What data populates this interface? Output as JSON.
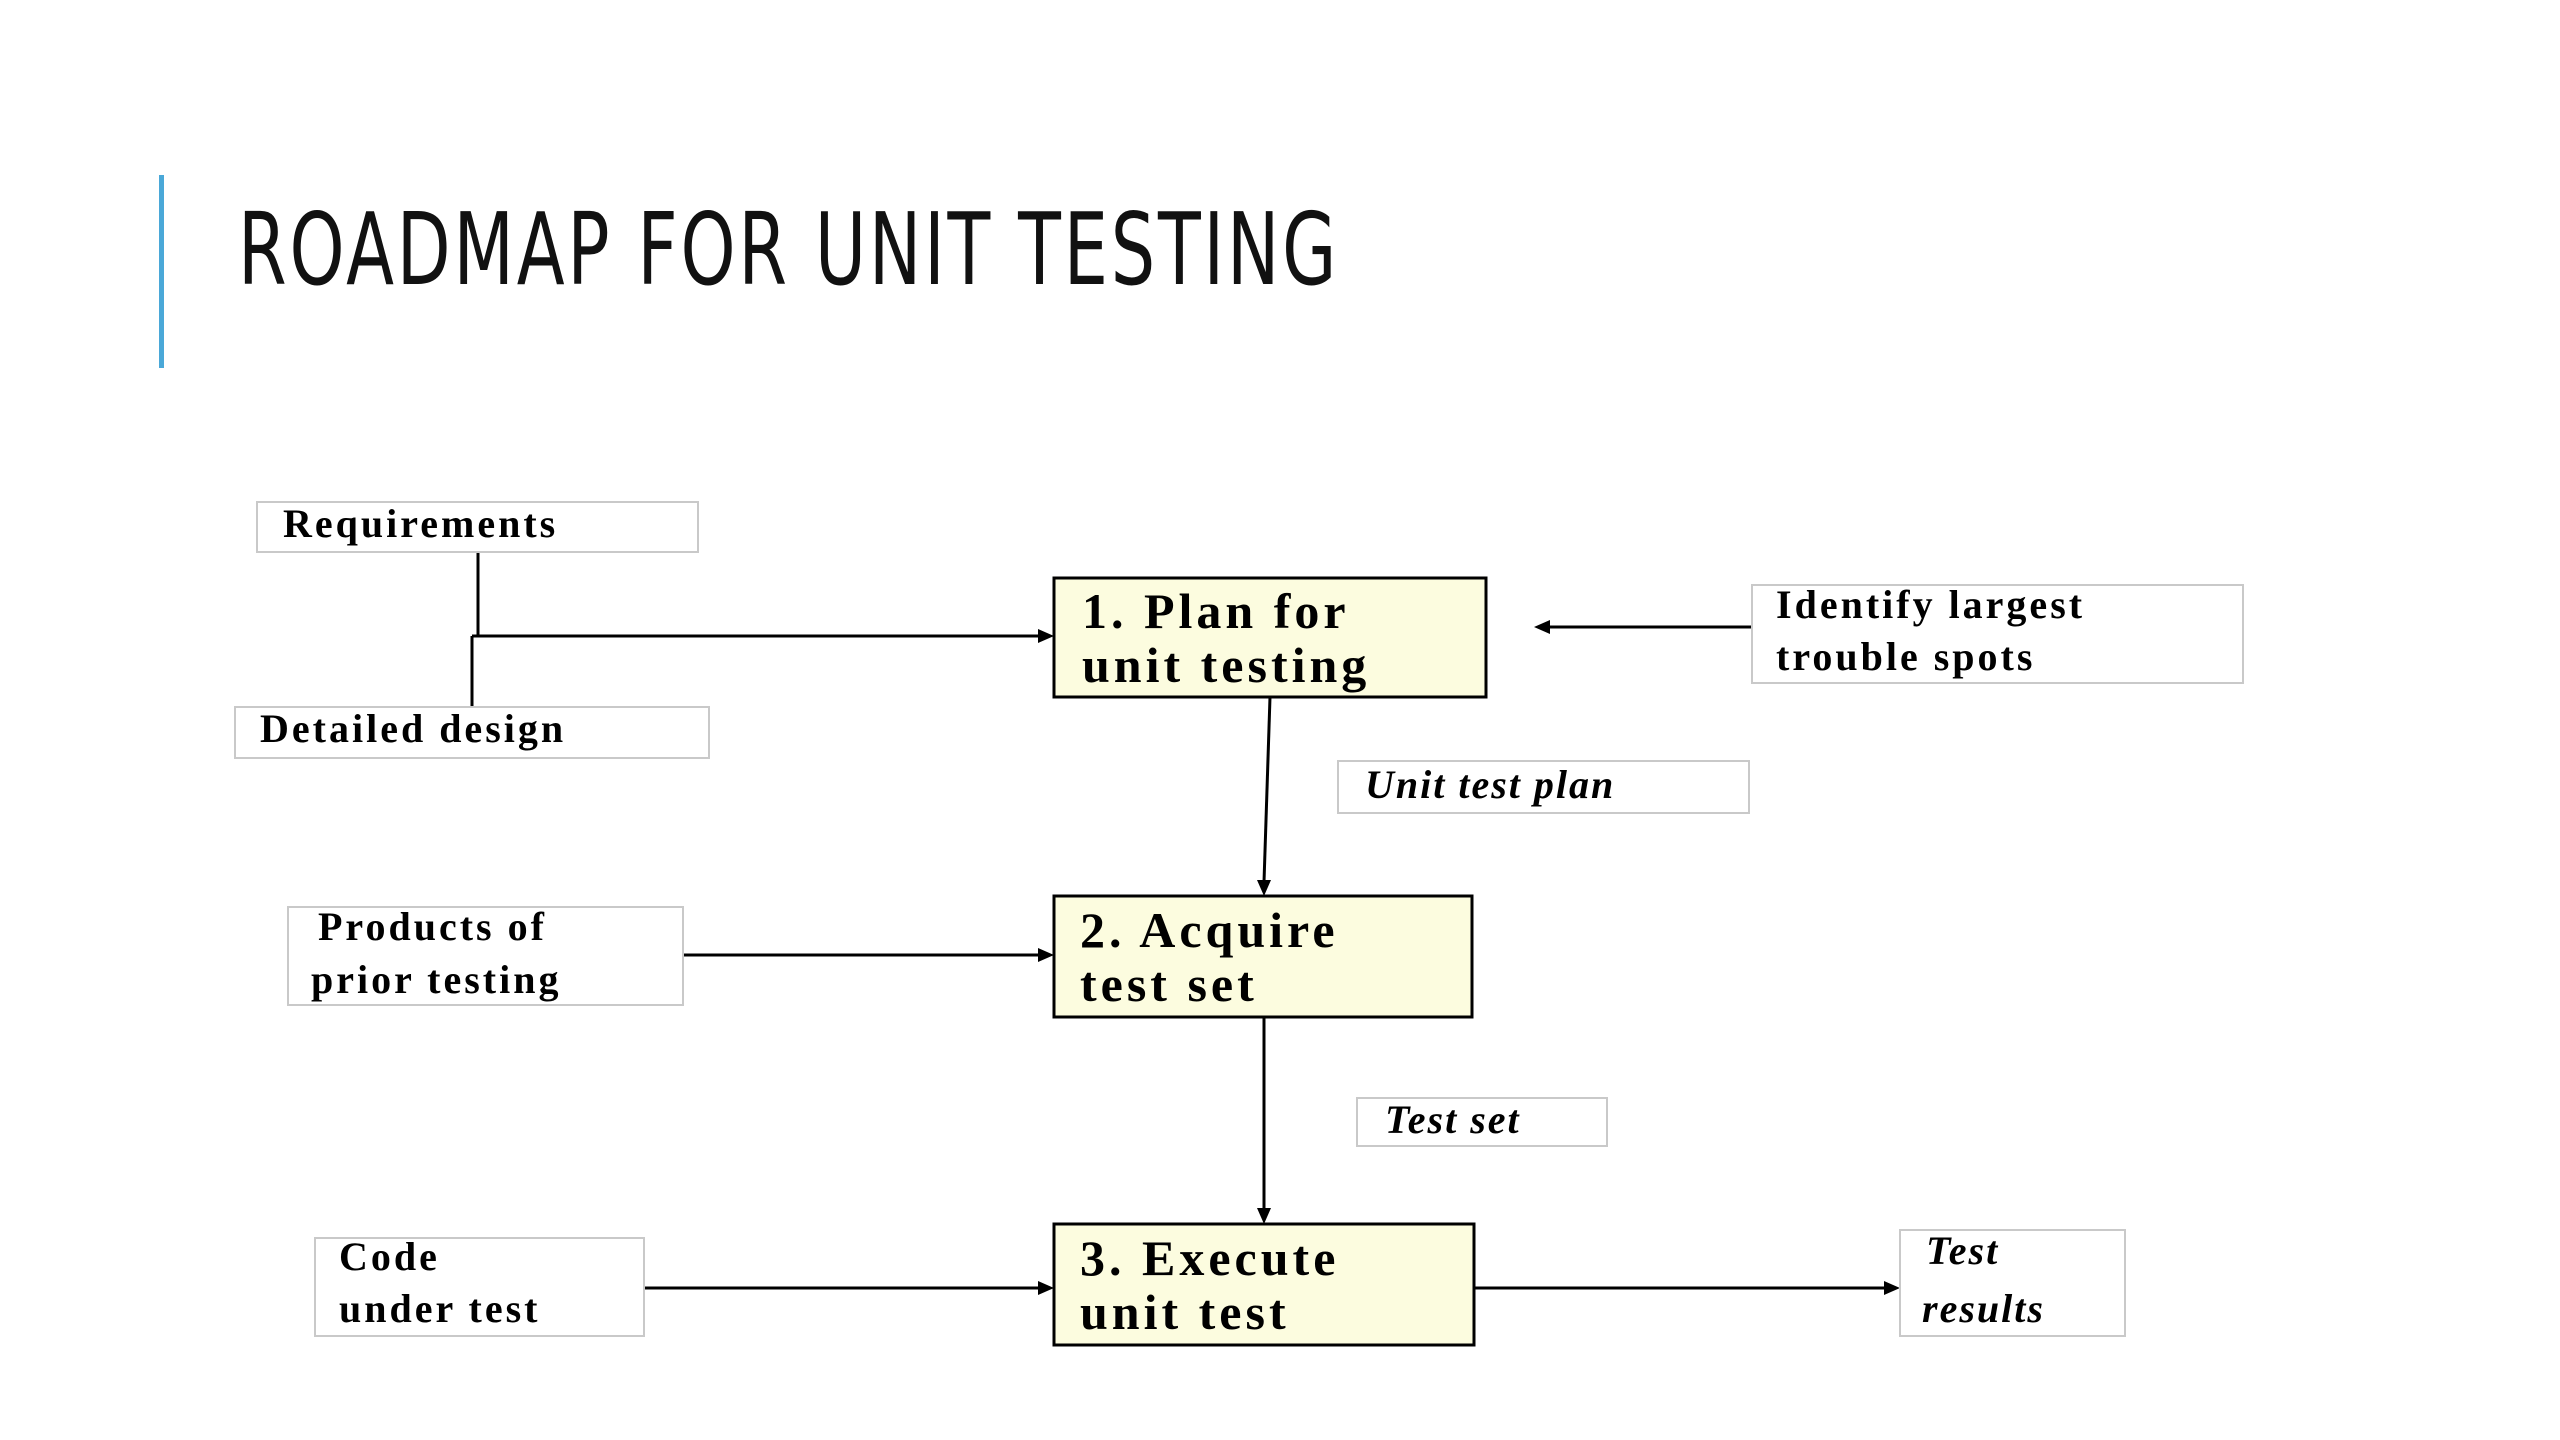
{
  "slide": {
    "title": "ROADMAP FOR UNIT TESTING",
    "accent_color": "#4aa8d8"
  },
  "diagram": {
    "inputs": {
      "requirements": "Requirements",
      "detailed_design": "Detailed design",
      "identify_trouble": [
        "Identify largest",
        "trouble spots"
      ],
      "products_prior": [
        "Products of",
        "prior testing"
      ],
      "code_under_test": [
        "Code",
        "under test"
      ]
    },
    "steps": [
      {
        "lines": [
          "1. Plan for",
          "unit testing"
        ]
      },
      {
        "lines": [
          "2. Acquire",
          "test set"
        ]
      },
      {
        "lines": [
          "3. Execute",
          "unit test"
        ]
      }
    ],
    "flow_labels": {
      "unit_test_plan": "Unit test plan",
      "test_set": "Test set"
    },
    "outputs": {
      "test_results": [
        "Test",
        "results"
      ]
    },
    "colors": {
      "step_fill": "#fcfcdf",
      "input_border": "#c9c9c9"
    }
  }
}
